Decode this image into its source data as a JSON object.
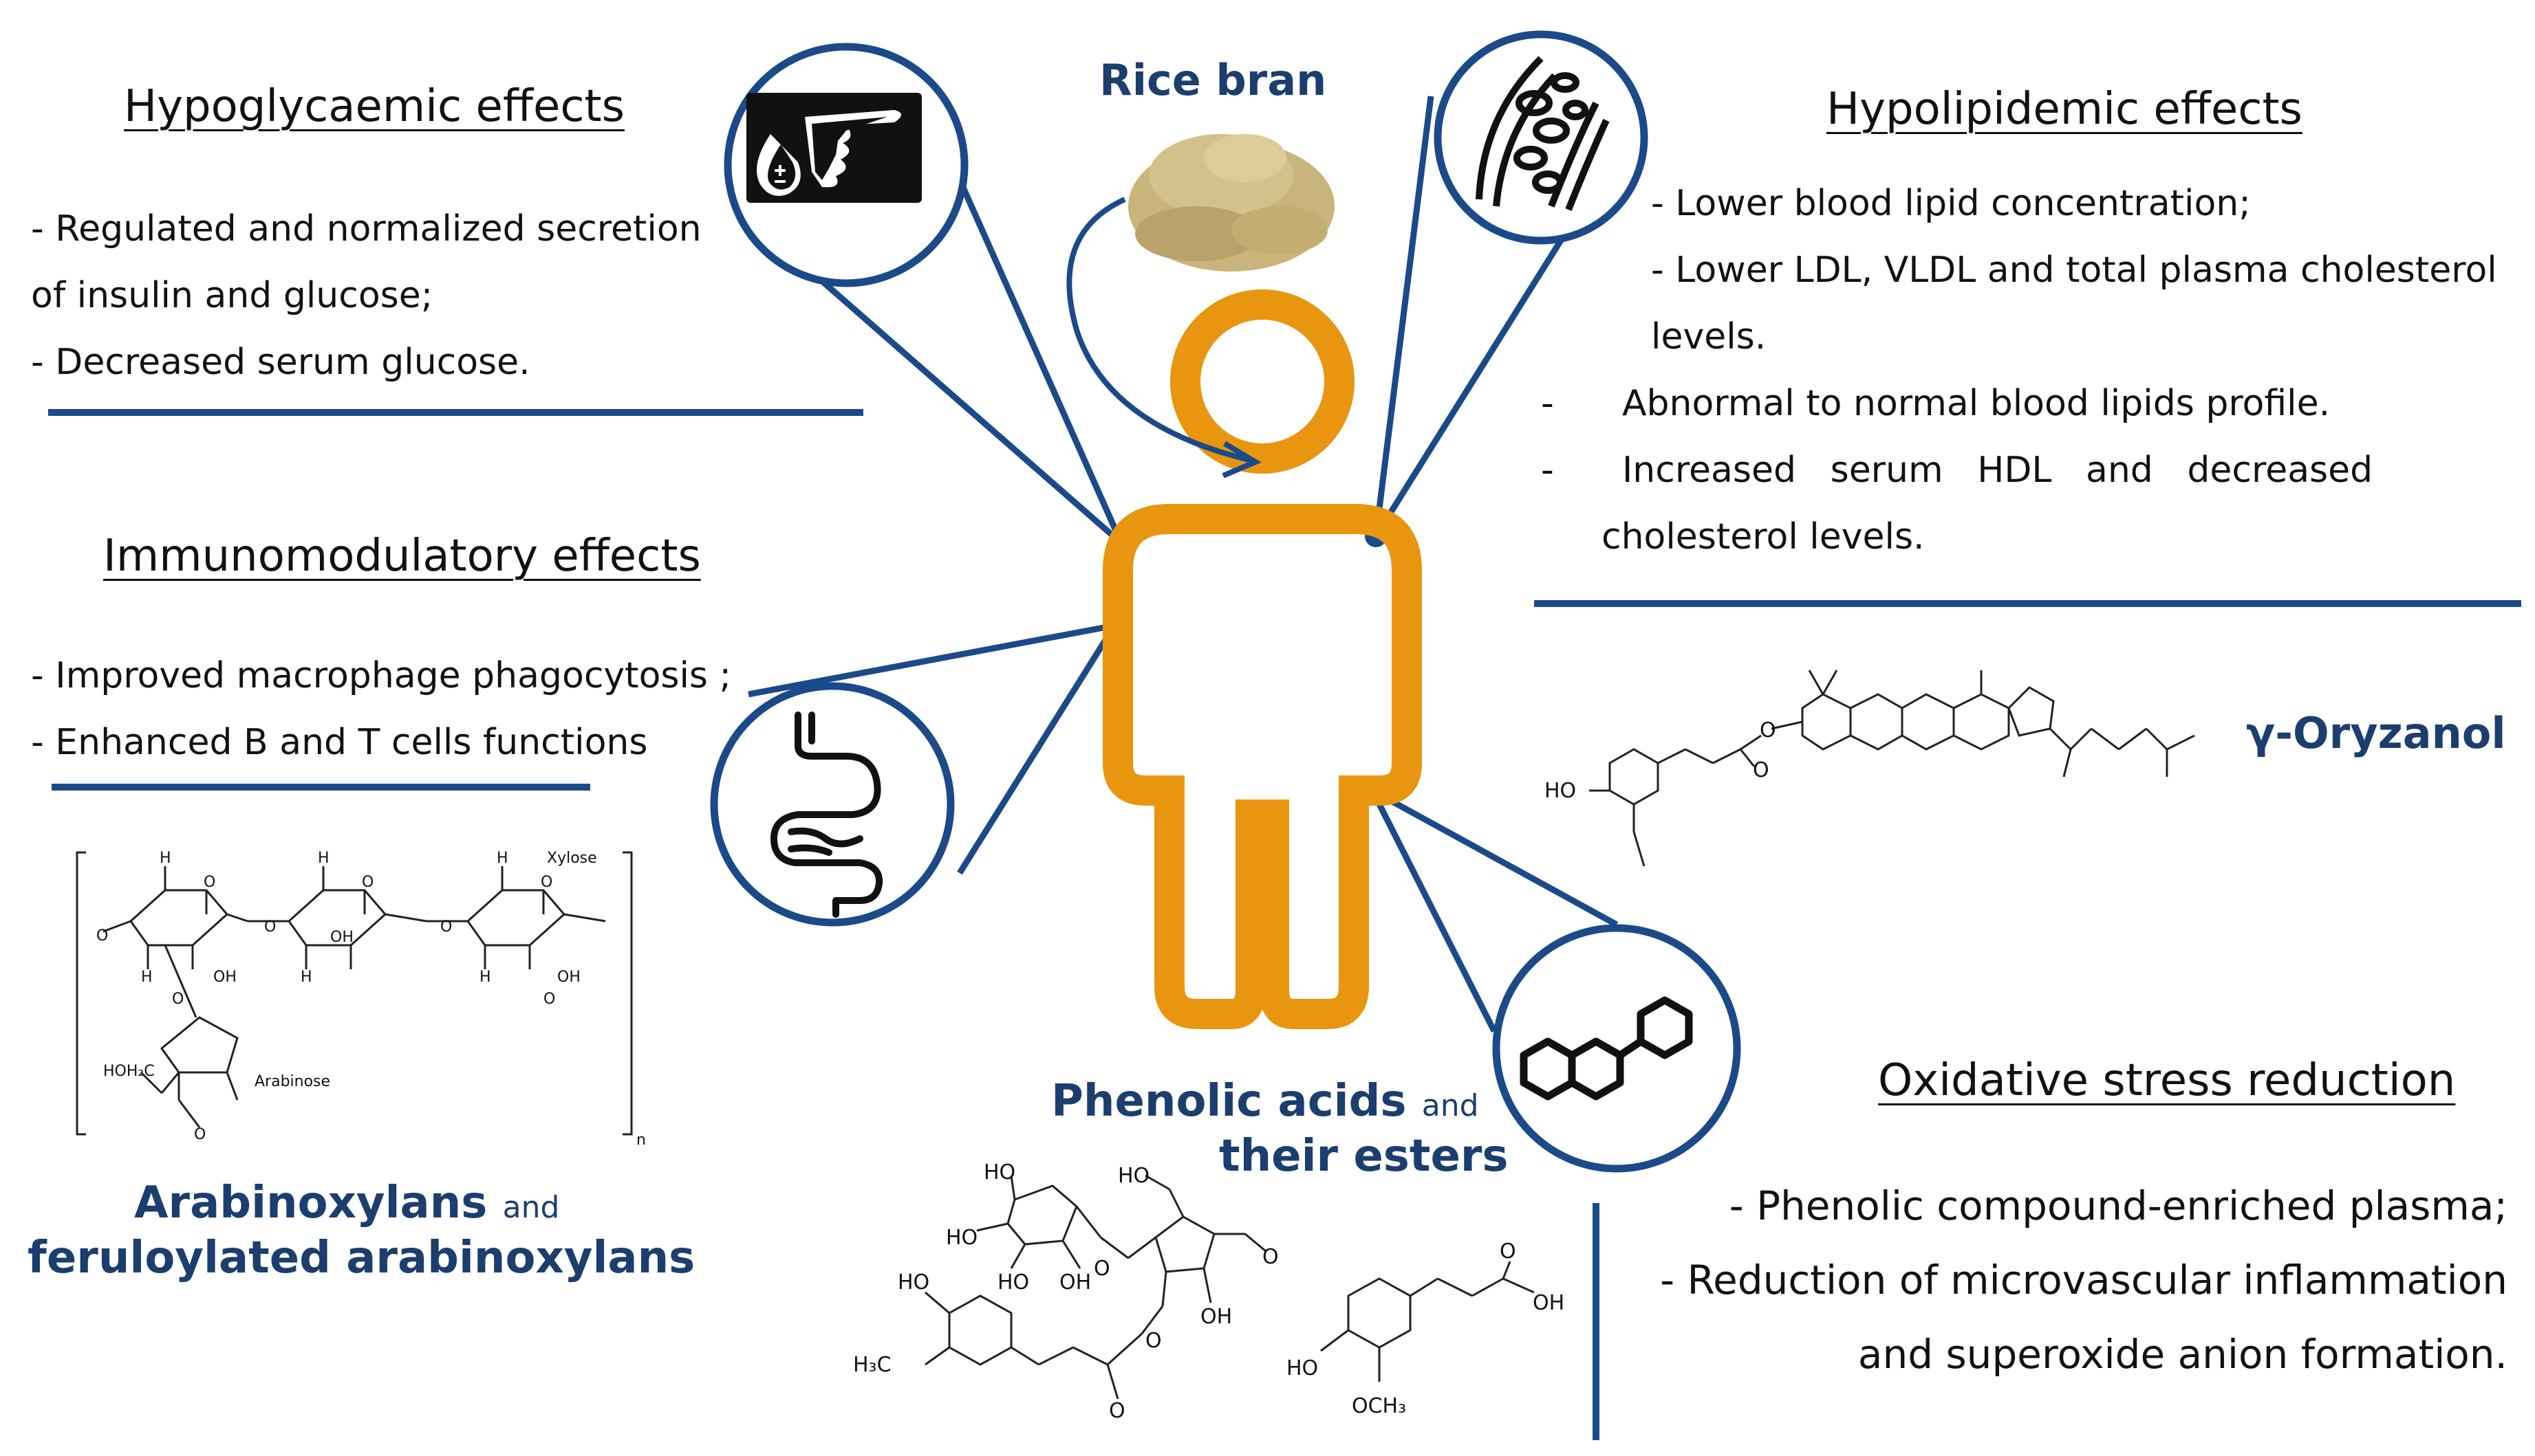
{
  "center": {
    "rice_bran_label": "Rice bran"
  },
  "hypoglycaemic": {
    "heading": "Hypoglycaemic effects",
    "bullets": [
      "- Regulated and normalized secretion",
      "of insulin and glucose;",
      "- Decreased serum glucose."
    ]
  },
  "immunomodulatory": {
    "heading": "Immunomodulatory effects",
    "bullets": [
      "- Improved macrophage phagocytosis ;",
      "- Enhanced B and T cells functions"
    ]
  },
  "hypolipidemic": {
    "heading": "Hypolipidemic effects",
    "bullets": [
      "- Lower blood lipid concentration;",
      "- Lower LDL, VLDL and total plasma cholesterol",
      "levels.",
      "-      Abnormal to normal blood lipids profile.",
      "-      Increased   serum   HDL   and   decreased",
      "cholesterol levels."
    ]
  },
  "oxidative": {
    "heading": "Oxidative stress reduction",
    "bullets": [
      "- Phenolic compound-enriched plasma;",
      "- Reduction of microvascular inflammation",
      "and superoxide anion formation."
    ]
  },
  "compounds": {
    "oryzanol": "γ-Oryzanol",
    "phenolic_main": "Phenolic acids",
    "phenolic_and": "and",
    "phenolic_second": "their esters",
    "arabinoxylan_main": "Arabinoxylans",
    "arabinoxylan_and": "and",
    "arabinoxylan_second": "feruloylated arabinoxylans"
  },
  "arabinoxylan_structure": {
    "xylose": "Xylose",
    "arabinose": "Arabinose",
    "hoh2c": "HOH₂C",
    "n": "n",
    "h": "H",
    "o": "O",
    "oh": "OH"
  },
  "oryzanol_structure": {
    "ho": "HO",
    "o": "O"
  },
  "phenolic_structure": {
    "ho": "HO",
    "h3co": "H₃C",
    "oh": "OH",
    "och3": "OCH₃",
    "o": "O"
  },
  "colors": {
    "navy": "#1b4a8a",
    "orange": "#e8960f",
    "label_blue": "#1b3e6e"
  }
}
